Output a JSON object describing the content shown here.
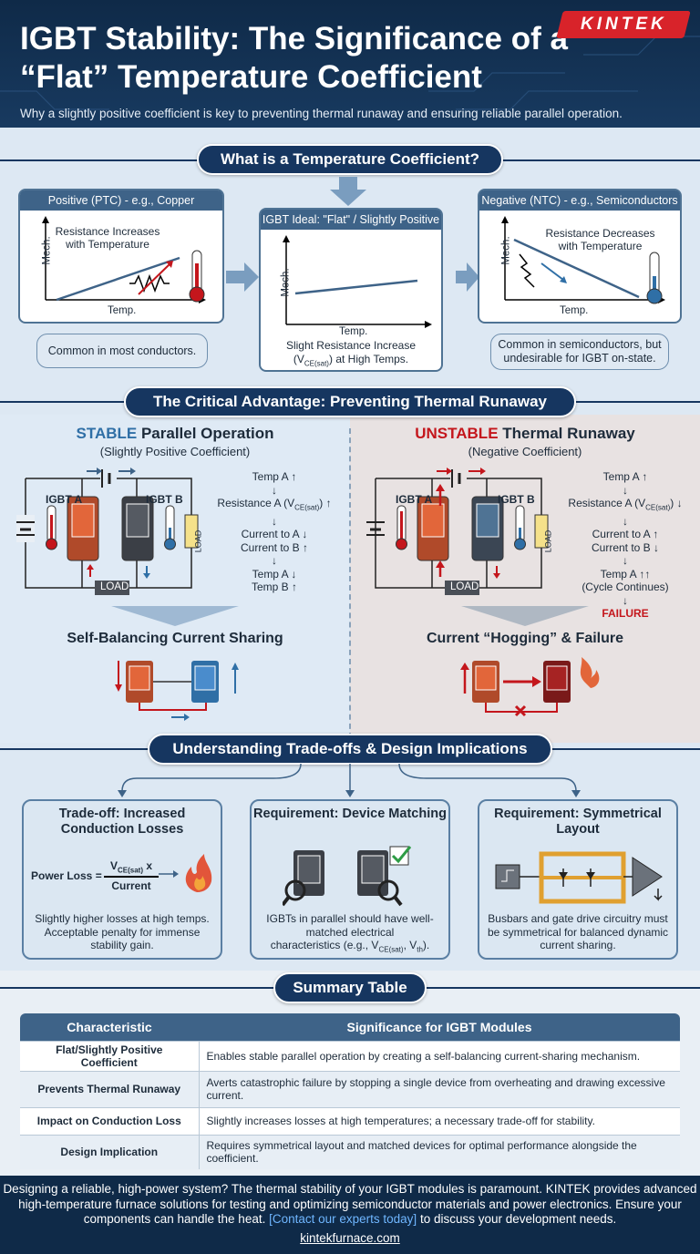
{
  "header": {
    "title": "IGBT Stability: The Significance of a “Flat” Temperature Coefficient",
    "subtitle": "Why a slightly positive coefficient is key to preventing thermal runaway and ensuring reliable parallel operation.",
    "logo": "KINTEK"
  },
  "section1": {
    "title": "What is a Temperature Coefficient?",
    "ptc": {
      "head": "Positive (PTC) - e.g., Copper",
      "label": "Resistance Increases with Temperature",
      "y_axis": "Mech.",
      "x_axis": "Temp.",
      "note": "Common in most conductors."
    },
    "ideal": {
      "head": "IGBT Ideal: \"Flat\" / Slightly Positive",
      "y_axis": "Mech.",
      "x_axis": "Temp.",
      "caption_1": "Slight Resistance Increase",
      "caption_2_pre": "(V",
      "caption_2_sub": "CE(sat)",
      "caption_2_post": ") at High Temps."
    },
    "ntc": {
      "head": "Negative (NTC) - e.g., Semiconductors",
      "label": "Resistance Decreases with Temperature",
      "y_axis": "Mech.",
      "x_axis": "Temp.",
      "note": "Common in semiconductors, but undesirable for IGBT on-state."
    }
  },
  "section2": {
    "title": "The Critical Advantage: Preventing Thermal Runaway",
    "stable": {
      "title_accent": "STABLE",
      "title_rest": " Parallel Operation",
      "subtitle": "(Slightly Positive Coefficient)",
      "igbt_a": "IGBT A",
      "igbt_b": "IGBT B",
      "load": "LOAD",
      "load_side": "LOAD",
      "steps": [
        "Temp A ↑",
        "Resistance A (V",
        "Current to A ↓",
        "Current to B ↑",
        "Temp A ↓",
        "Temp B ↑"
      ],
      "res_sub": "CE(sat)",
      "res_tail": ") ↑",
      "result": "Self-Balancing Current Sharing"
    },
    "unstable": {
      "title_accent": "UNSTABLE",
      "title_rest": " Thermal Runaway",
      "subtitle": "(Negative Coefficient)",
      "igbt_a": "IGBT A",
      "igbt_b": "IGBT B",
      "load": "LOAD",
      "load_side": "LOAD",
      "steps": [
        "Temp A ↑",
        "Resistance A (V",
        "Current to A ↑",
        "Current to B ↓",
        "Temp A ↑↑",
        "(Cycle Continues)"
      ],
      "res_sub": "CE(sat)",
      "res_tail": ") ↓",
      "failure": "FAILURE",
      "result": "Current “Hogging” & Failure"
    }
  },
  "section3": {
    "title": "Understanding Trade-offs & Design Implications",
    "box1": {
      "title": "Trade-off: Increased Conduction Losses",
      "formula_label": "Power Loss =",
      "formula_num_pre": "V",
      "formula_num_sub": "CE(sat)",
      "formula_num_post": " x",
      "formula_den": "Current",
      "text": "Slightly higher losses at high temps. Acceptable penalty for immense stability gain."
    },
    "box2": {
      "title": "Requirement: Device Matching",
      "text_1": "IGBTs in parallel should have well-matched electrical",
      "text_2_pre": "characteristics (e.g., V",
      "text_2_sub1": "CE(sat)",
      "text_2_mid": ", V",
      "text_2_sub2": "th",
      "text_2_post": ")."
    },
    "box3": {
      "title": "Requirement: Symmetrical Layout",
      "text": "Busbars and gate drive circuitry must be symmetrical for balanced dynamic current sharing."
    }
  },
  "summary": {
    "title": "Summary Table",
    "headers": [
      "Characteristic",
      "Significance for IGBT Modules"
    ],
    "rows": [
      [
        "Flat/Slightly Positive Coefficient",
        "Enables stable parallel operation by creating a self-balancing current-sharing mechanism."
      ],
      [
        "Prevents Thermal Runaway",
        "Averts catastrophic failure by stopping a single device from overheating and drawing excessive current."
      ],
      [
        "Impact on Conduction Loss",
        "Slightly increases losses at high temperatures; a necessary trade-off for stability."
      ],
      [
        "Design Implication",
        "Requires symmetrical layout and matched devices for optimal performance alongside the coefficient."
      ]
    ]
  },
  "footer": {
    "text_1": "Designing a reliable, high-power system? The thermal stability of your IGBT modules is paramount. KINTEK provides advanced high-temperature furnace solutions for testing and optimizing semiconductor materials and power electronics. Ensure your components can handle the heat. ",
    "link": "[Contact our experts today]",
    "text_2": " to discuss your development needs.",
    "url": "kintekfurnace.com"
  },
  "colors": {
    "navy": "#163660",
    "accent_red": "#c4161c",
    "accent_blue": "#2f6fa6"
  }
}
